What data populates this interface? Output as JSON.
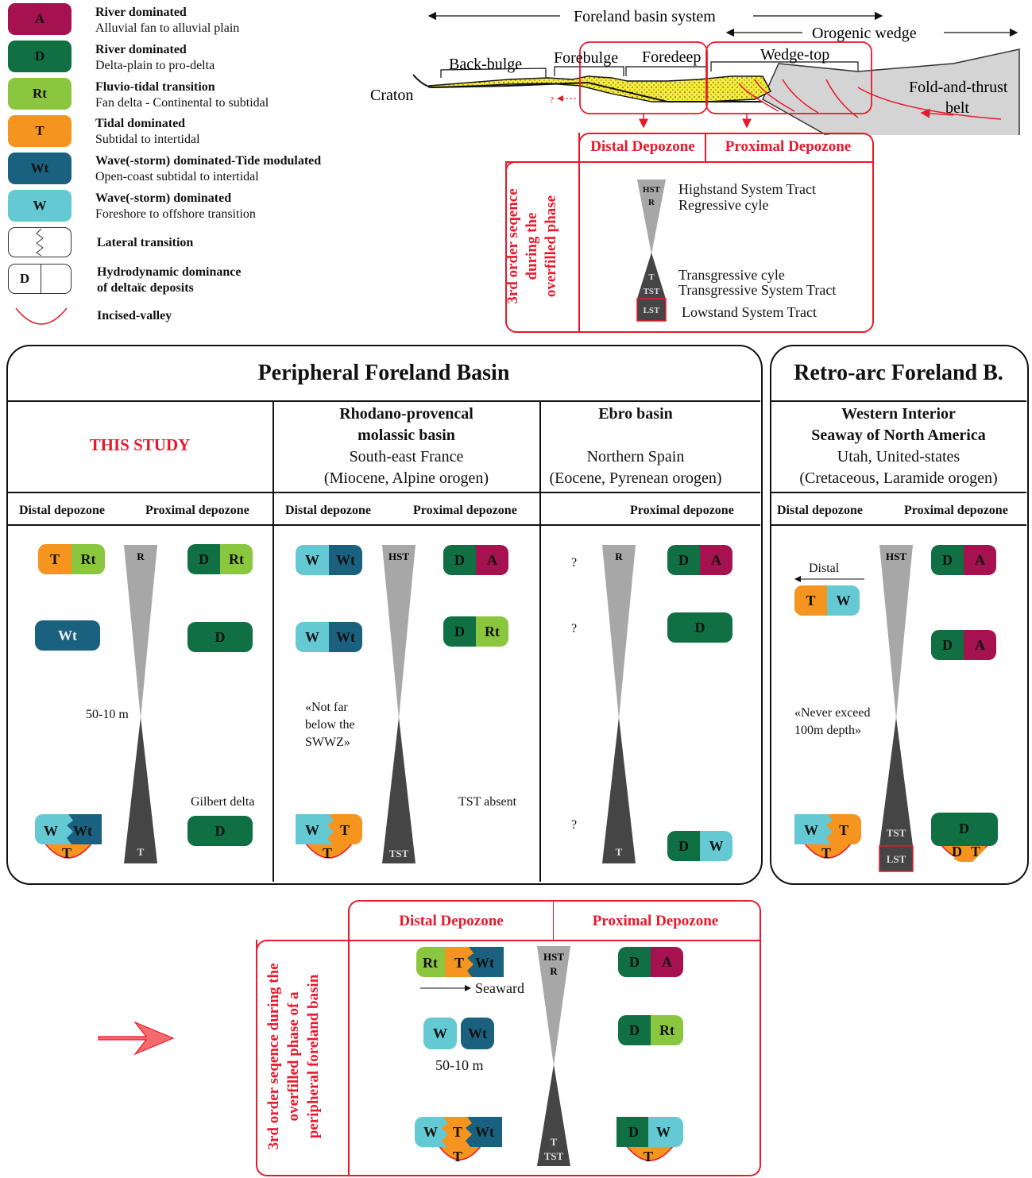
{
  "colors": {
    "A": "#a5124f",
    "D": "#107044",
    "Rt": "#8bc63f",
    "T": "#f5941f",
    "Wt": "#1a6180",
    "W": "#64c9d3",
    "accent_red": "#e8192c",
    "hst_gray": "#a7a7a7",
    "tst_dark": "#454545"
  },
  "legend": [
    {
      "code": "A",
      "title": "River dominated",
      "desc": "Alluvial fan to alluvial plain"
    },
    {
      "code": "D",
      "title": "River dominated",
      "desc": "Delta-plain to pro-delta"
    },
    {
      "code": "Rt",
      "title": "Fluvio-tidal transition",
      "desc": "Fan delta - Continental to subtidal"
    },
    {
      "code": "T",
      "title": "Tidal dominated",
      "desc": "Subtidal to intertidal"
    },
    {
      "code": "Wt",
      "title": "Wave(-storm) dominated-Tide modulated",
      "desc": "Open-coast subtidal to intertidal"
    },
    {
      "code": "W",
      "title": "Wave(-storm) dominated",
      "desc": "Foreshore to offshore transition"
    }
  ],
  "legend_symbols": {
    "lateral": "Lateral transition",
    "hydro_code": "D",
    "hydro_1": "Hydrodynamic dominance",
    "hydro_2": "of deltaïc deposits",
    "incised": "Incised-valley"
  },
  "cross_section": {
    "system": "Foreland basin system",
    "orogenic": "Orogenic wedge",
    "backbulge": "Back-bulge",
    "forebulge": "Forebulge",
    "foredeep": "Foredeep",
    "wedgetop": "Wedge-top",
    "craton": "Craton",
    "fold1": "Fold-and-thrust",
    "fold2": "belt",
    "question": "?"
  },
  "seq_box": {
    "distal": "Distal Depozone",
    "proximal": "Proximal Depozone",
    "vert1": "3rd order seqence",
    "vert2": "during the",
    "vert3": "overfilled phase",
    "hst": "HST",
    "r": "R",
    "t": "T",
    "tst": "TST",
    "lst": "LST",
    "hst_label": "Highstand System Tract",
    "reg_label": "Regressive cyle",
    "trans_label": "Transgressive cyle",
    "tst_label": "Transgressive System Tract",
    "lst_label": "Lowstand System Tract"
  },
  "table": {
    "peripheral_title": "Peripheral Foreland Basin",
    "retro_title": "Retro-arc Foreland B.",
    "col1_title": "THIS STUDY",
    "col2_l1": "Rhodano-provencal",
    "col2_l2": "molassic basin",
    "col2_l3": "South-east France",
    "col2_l4": "(Miocene, Alpine orogen)",
    "col3_l1": "Ebro basin",
    "col3_l2": "Northern Spain",
    "col3_l3": "(Eocene, Pyrenean orogen)",
    "col4_l1": "Western Interior",
    "col4_l2": "Seaway of North America",
    "col4_l3": "Utah, United-states",
    "col4_l4": "(Cretaceous, Laramide orogen)",
    "distal": "Distal depozone",
    "proximal": "Proximal depozone",
    "depth1": "50-10 m",
    "gilbert": "Gilbert delta",
    "notfar1": "«Not far",
    "notfar2": "below the",
    "notfar3": "SWWZ»",
    "tst_absent": "TST absent",
    "q": "?",
    "distal_arrow": "Distal",
    "never1": "«Never exceed",
    "never2": "100m depth»",
    "hst": "HST",
    "r": "R",
    "t": "T",
    "tst": "TST",
    "lst": "LST"
  },
  "bottom": {
    "distal": "Distal Depozone",
    "proximal": "Proximal Depozone",
    "vert1": "3rd order seqence during the",
    "vert2": "overfilled phase of a",
    "vert3": "peripheral foreland basin",
    "seaward": "Seaward",
    "depth": "50-10 m",
    "hst": "HST",
    "r": "R",
    "t": "T",
    "tst": "TST"
  },
  "chips": {
    "A": "A",
    "D": "D",
    "Rt": "Rt",
    "T": "T",
    "Wt": "Wt",
    "W": "W"
  }
}
